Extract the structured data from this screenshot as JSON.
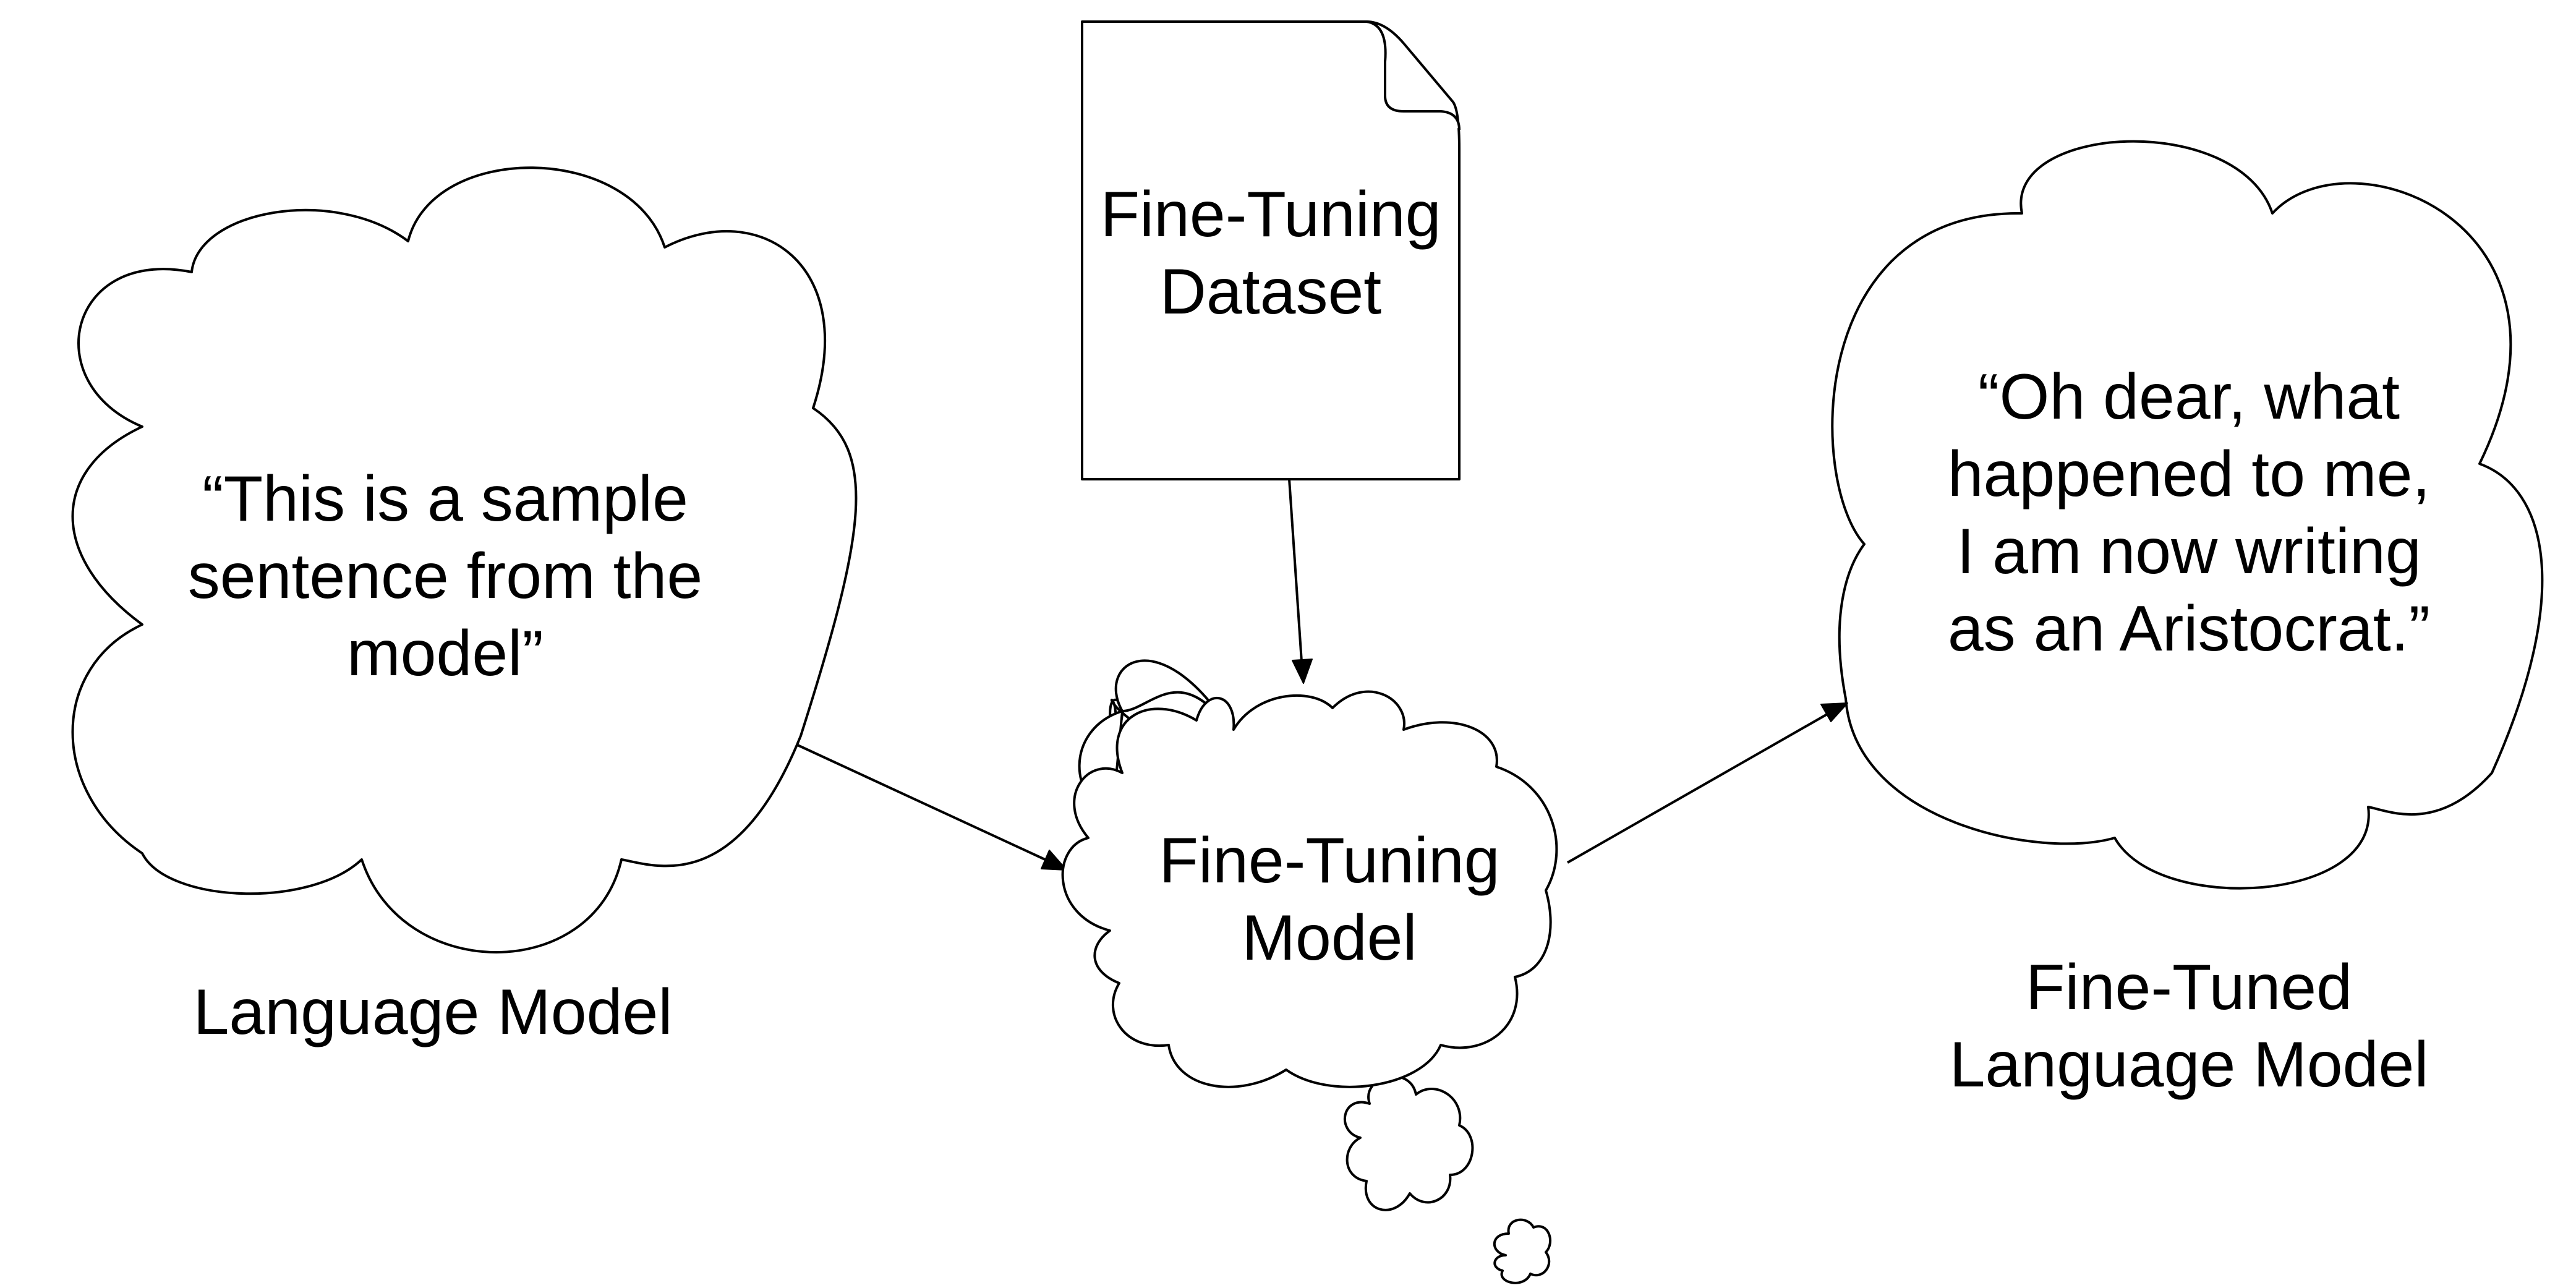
{
  "diagram": {
    "nodes": {
      "base_model": {
        "text": "“This is a sample\nsentence from the\nmodel”",
        "caption": "Language Model"
      },
      "dataset": {
        "text": "Fine-Tuning\nDataset"
      },
      "fine_tuning_model": {
        "text": "Fine-Tuning\nModel"
      },
      "tuned_model": {
        "text": "“Oh dear, what\nhappened to me,\nI am now writing\nas an Aristocrat.”",
        "caption": "Fine-Tuned\nLanguage Model"
      }
    },
    "edges": [
      {
        "from": "dataset",
        "to": "fine_tuning_model"
      },
      {
        "from": "base_model",
        "to": "fine_tuning_model"
      },
      {
        "from": "fine_tuning_model",
        "to": "tuned_model"
      }
    ]
  }
}
